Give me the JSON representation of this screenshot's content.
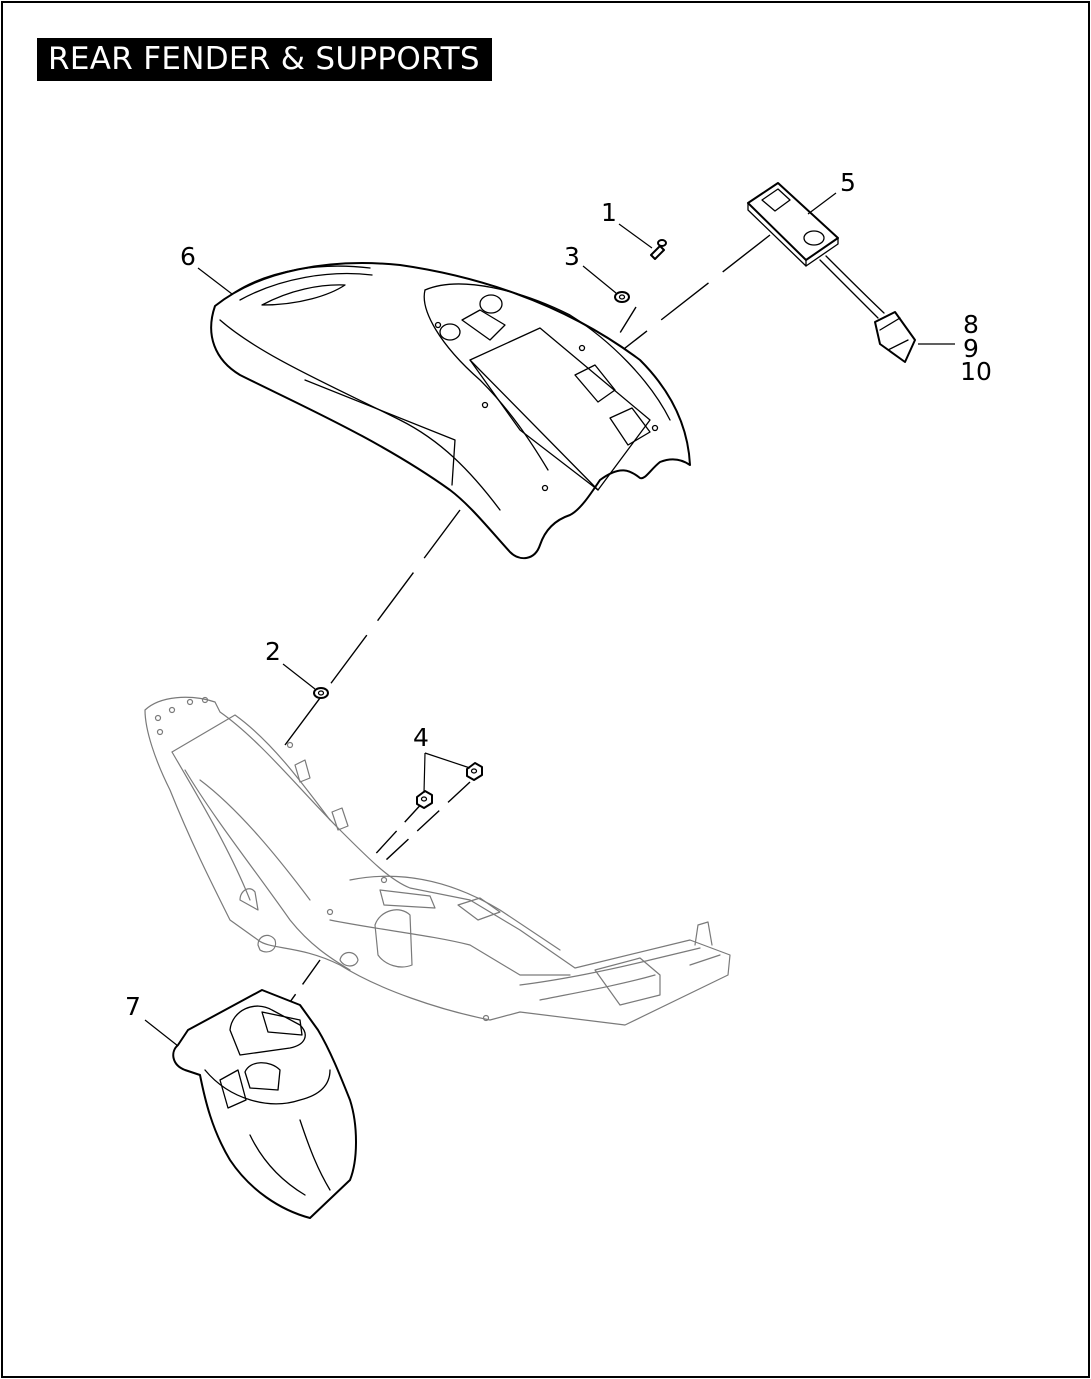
{
  "title": "REAR FENDER & SUPPORTS",
  "callouts": {
    "c1": "1",
    "c2": "2",
    "c3": "3",
    "c4": "4",
    "c5": "5",
    "c6": "6",
    "c7": "7",
    "c8": "8",
    "c9": "9",
    "c10": "10"
  }
}
